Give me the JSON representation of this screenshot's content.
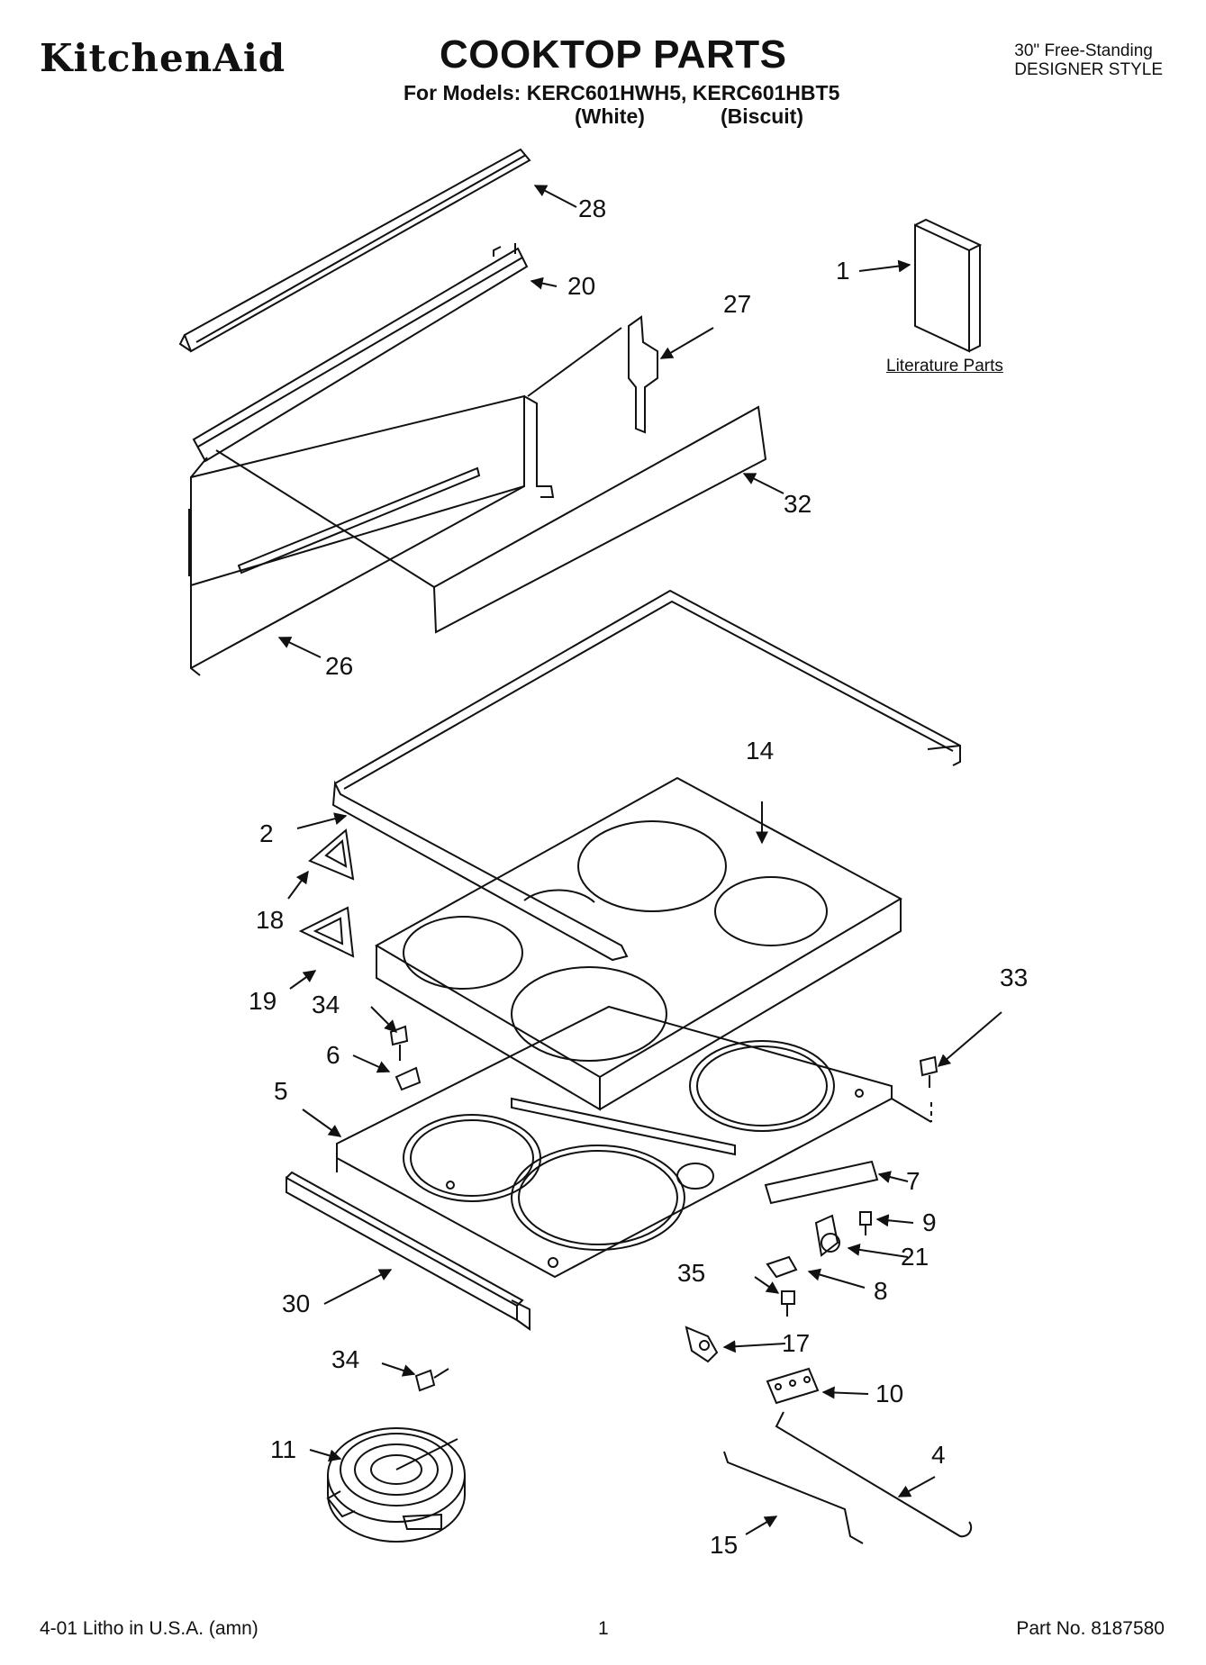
{
  "header": {
    "brand": "KitchenAid",
    "title": "COOKTOP PARTS",
    "models_line": "For Models: KERC601HWH5, KERC601HBT5",
    "variant_white": "(White)",
    "variant_biscuit": "(Biscuit)",
    "style_line1": "30\" Free-Standing",
    "style_line2": "DESIGNER STYLE"
  },
  "literature_label": "Literature Parts",
  "callouts": {
    "c28": "28",
    "c20": "20",
    "c1": "1",
    "c27": "27",
    "c32": "32",
    "c26": "26",
    "c14": "14",
    "c2": "2",
    "c18": "18",
    "c19": "19",
    "c34a": "34",
    "c6": "6",
    "c5": "5",
    "c33": "33",
    "c7": "7",
    "c9": "9",
    "c21": "21",
    "c8": "8",
    "c35": "35",
    "c30": "30",
    "c34b": "34",
    "c17": "17",
    "c10": "10",
    "c11": "11",
    "c4": "4",
    "c15": "15"
  },
  "footer": {
    "litho": "4-01 Litho in U.S.A. (amn)",
    "page": "1",
    "part_no": "Part No. 8187580"
  }
}
